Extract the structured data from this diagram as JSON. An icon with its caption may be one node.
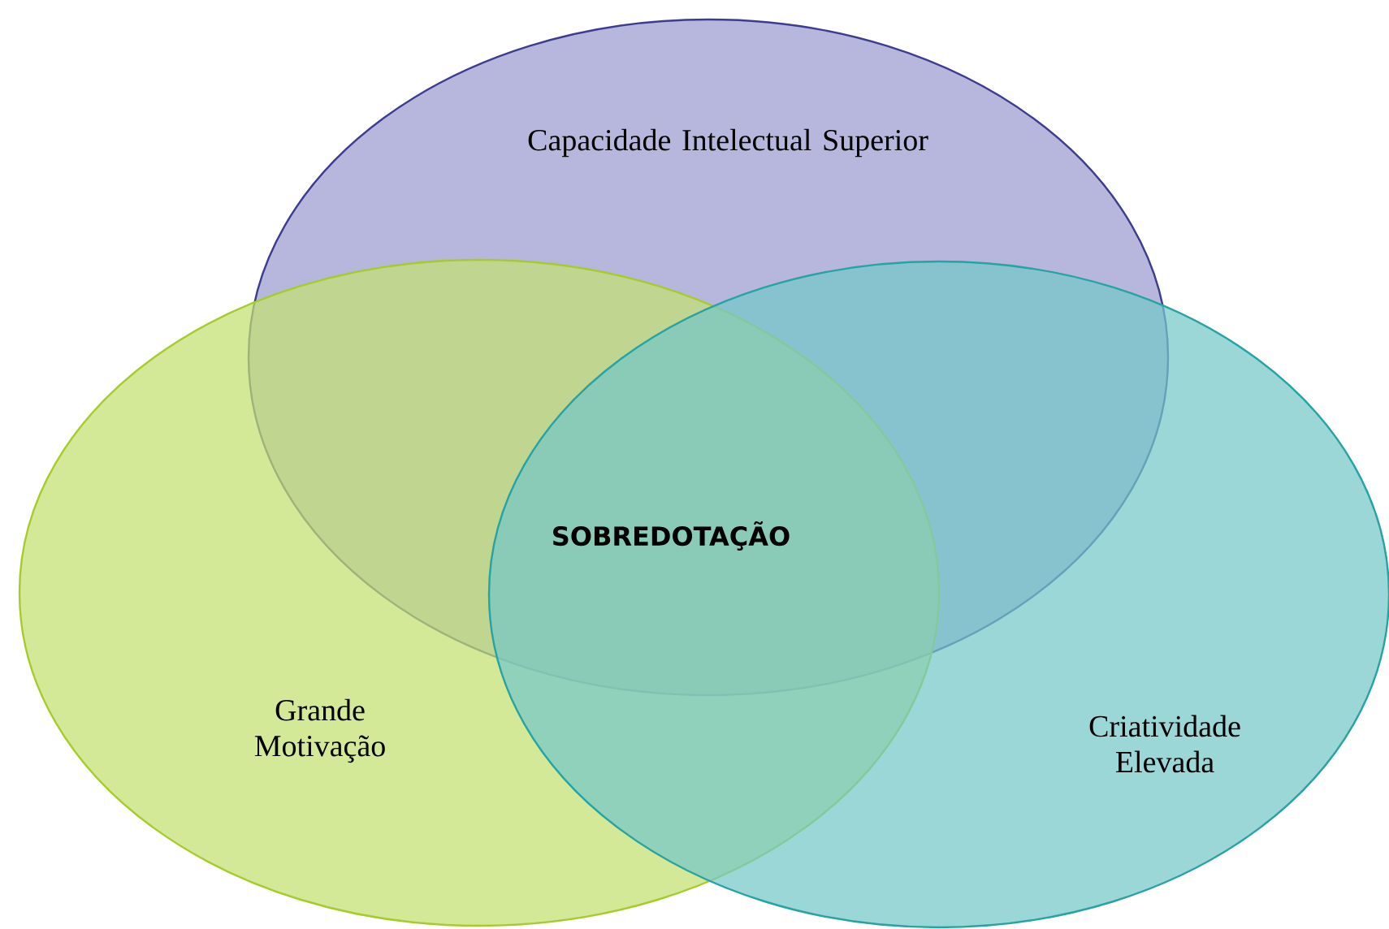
{
  "diagram": {
    "nodes": [
      {
        "text": [
          "Capacidade Intelectual Superior"
        ]
      },
      {
        "text": [
          "Grande Motivação"
        ]
      },
      {
        "text": [
          "Criatividade Elevada"
        ]
      }
    ],
    "labels": [
      "SOBREDOTAÇÃO"
    ]
  }
}
